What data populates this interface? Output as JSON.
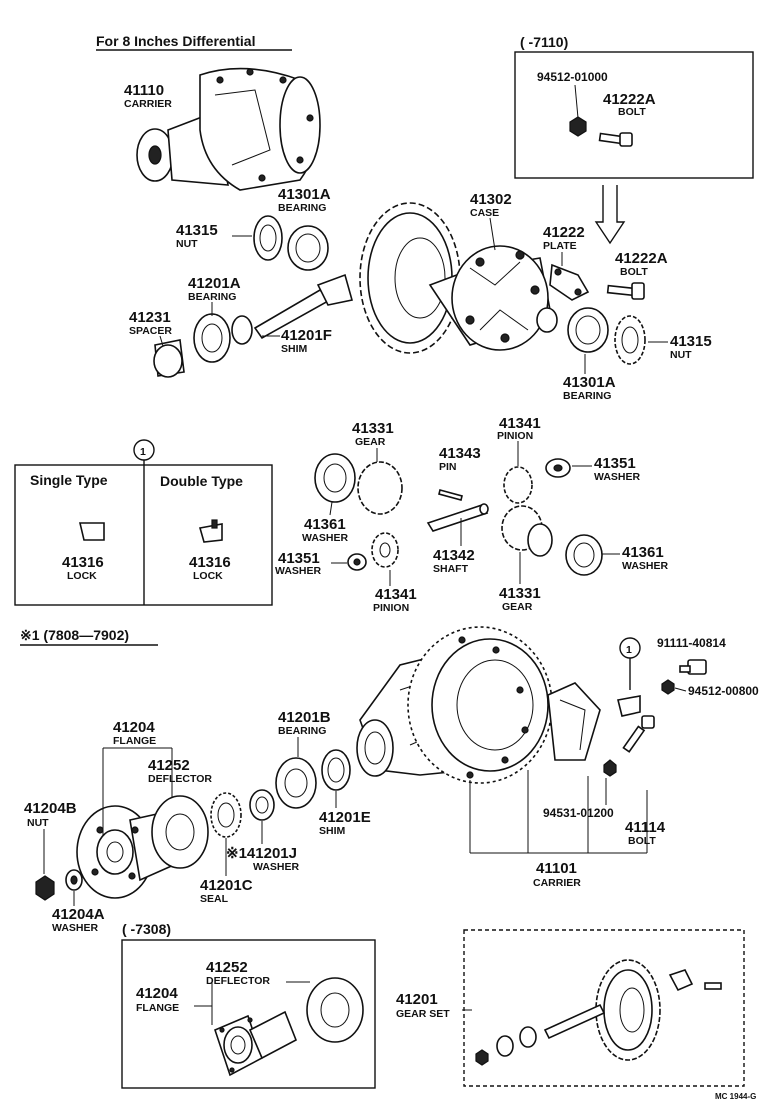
{
  "header": {
    "title": "For 8 Inches Differential",
    "code": "(     -7110)"
  },
  "callout_7110": {
    "nut_number": "94512-01000",
    "bolt_number": "41222A",
    "bolt_name": "BOLT"
  },
  "parts": {
    "p41110": {
      "number": "41110",
      "name": "CARRIER"
    },
    "p41301A_top": {
      "number": "41301A",
      "name": "BEARING"
    },
    "p41315_left": {
      "number": "41315",
      "name": "NUT"
    },
    "p41302": {
      "number": "41302",
      "name": "CASE"
    },
    "p41222": {
      "number": "41222",
      "name": "PLATE"
    },
    "p41222A": {
      "number": "41222A",
      "name": "BOLT"
    },
    "p41201A": {
      "number": "41201A",
      "name": "BEARING"
    },
    "p41231": {
      "number": "41231",
      "name": "SPACER"
    },
    "p41201F": {
      "number": "41201F",
      "name": "SHIM"
    },
    "p41315_right": {
      "number": "41315",
      "name": "NUT"
    },
    "p41301A_bottom": {
      "number": "41301A",
      "name": "BEARING"
    },
    "p41331_top": {
      "number": "41331",
      "name": "GEAR"
    },
    "p41341_top": {
      "number": "41341",
      "name": "PINION"
    },
    "p41343": {
      "number": "41343",
      "name": "PIN"
    },
    "p41351_right": {
      "number": "41351",
      "name": "WASHER"
    },
    "p41361_left": {
      "number": "41361",
      "name": "WASHER"
    },
    "p41351_left": {
      "number": "41351",
      "name": "WASHER"
    },
    "p41342": {
      "number": "41342",
      "name": "SHAFT"
    },
    "p41331_bottom": {
      "number": "41331",
      "name": "GEAR"
    },
    "p41361_right": {
      "number": "41361",
      "name": "WASHER"
    },
    "p41341_bottom": {
      "number": "41341",
      "name": "PINION"
    },
    "p91111": {
      "number": "91111-40814"
    },
    "p94512_00800": {
      "number": "94512-00800"
    },
    "p41204": {
      "number": "41204",
      "name": "FLANGE"
    },
    "p41252": {
      "number": "41252",
      "name": "DEFLECTOR"
    },
    "p41201B": {
      "number": "41201B",
      "name": "BEARING"
    },
    "p41204B": {
      "number": "41204B",
      "name": "NUT"
    },
    "p41201E": {
      "number": "41201E",
      "name": "SHIM"
    },
    "p141201J": {
      "number": "※141201J",
      "name": "WASHER"
    },
    "p41201C": {
      "number": "41201C",
      "name": "SEAL"
    },
    "p41204A": {
      "number": "41204A",
      "name": "WASHER"
    },
    "p94531": {
      "number": "94531-01200"
    },
    "p41114": {
      "number": "41114",
      "name": "BOLT"
    },
    "p41101": {
      "number": "41101",
      "name": "CARRIER"
    },
    "p41204_inset": {
      "number": "41204",
      "name": "FLANGE"
    },
    "p41252_inset": {
      "number": "41252",
      "name": "DEFLECTOR"
    },
    "p41201": {
      "number": "41201",
      "name": "GEAR SET"
    }
  },
  "lock_box": {
    "marker": "1",
    "single_type": "Single Type",
    "double_type": "Double Type",
    "single_part": {
      "number": "41316",
      "name": "LOCK"
    },
    "double_part": {
      "number": "41316",
      "name": "LOCK"
    }
  },
  "lock_marker_lower": "1",
  "note_range": "※1 (7808—7902)",
  "inset_code": "(     -7308)",
  "footer": "MC 1944-G"
}
